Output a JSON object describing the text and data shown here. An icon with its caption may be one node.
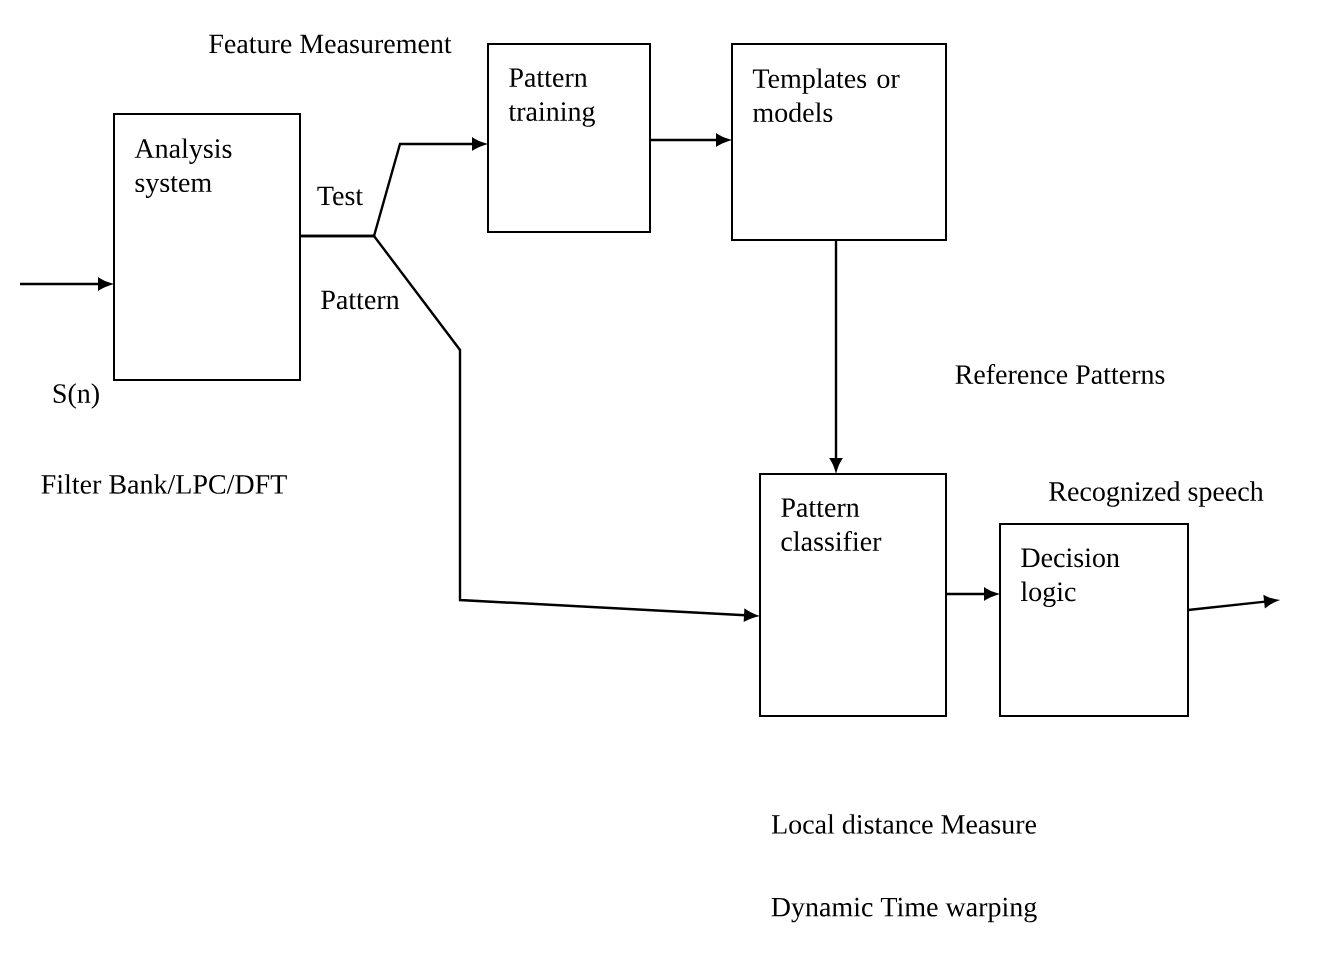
{
  "diagram": {
    "nodes": [
      {
        "text": [
          "Analysis system"
        ]
      },
      {
        "text": [
          "Pattern training"
        ]
      },
      {
        "text": [
          "Templates or models"
        ]
      },
      {
        "text": [
          "Pattern classifier"
        ]
      },
      {
        "text": [
          "Decision logic"
        ]
      }
    ],
    "edges": [
      {
        "from": null,
        "to": 0,
        "arrow": "to"
      },
      {
        "from": 0,
        "to": 1,
        "arrow": "to"
      },
      {
        "from": 0,
        "to": 3,
        "arrow": "to"
      },
      {
        "from": 1,
        "to": 2,
        "arrow": "to"
      },
      {
        "from": 2,
        "to": 3,
        "arrow": "to"
      },
      {
        "from": 3,
        "to": 4,
        "arrow": "to"
      },
      {
        "from": 4,
        "to": null,
        "arrow": "to"
      }
    ],
    "labels": [
      "Feature Measurement",
      "Test",
      "Pattern",
      "S(n)",
      "Filter Bank/LPC/DFT",
      "Reference Patterns",
      "Recognized speech",
      "Local distance Measure",
      "Dynamic Time warping"
    ]
  }
}
